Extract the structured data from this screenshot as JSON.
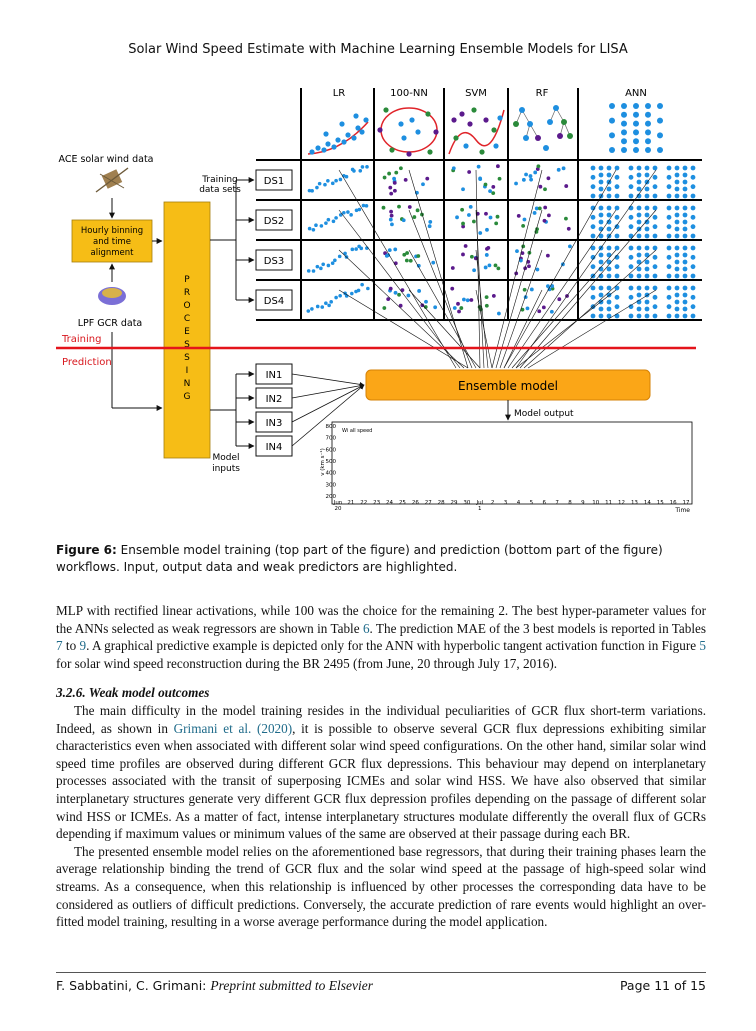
{
  "header": {
    "running_title": "Solar Wind Speed Estimate with Machine Learning Ensemble Models for LISA"
  },
  "figure": {
    "model_columns": [
      "LR",
      "100-NN",
      "SVM",
      "RF",
      "ANN"
    ],
    "inputs": {
      "ace": "ACE solar wind data",
      "lpf": "LPF GCR data"
    },
    "hourly_box": [
      "Hourly binning",
      "and time",
      "alignment"
    ],
    "processing_letters": [
      "P",
      "R",
      "O",
      "C",
      "E",
      "S",
      "S",
      "I",
      "N",
      "G"
    ],
    "training_label": "Training",
    "prediction_label": "Prediction",
    "training_sets_label": [
      "Training",
      "data sets"
    ],
    "datasets": [
      "DS1",
      "DS2",
      "DS3",
      "DS4"
    ],
    "model_inputs": [
      "IN1",
      "IN2",
      "IN3",
      "IN4"
    ],
    "model_inputs_label": [
      "Model",
      "inputs"
    ],
    "ensemble_label": "Ensemble model",
    "model_output_label": "Model output",
    "colors": {
      "processing": "#f6bd16",
      "ensemble": "#fba617",
      "training_line": "#e4141b",
      "pred_text": "#d8181e",
      "blue_dot": "#1e8fe0",
      "purple_dot": "#5b1a8c",
      "green_dot": "#2a8a3a"
    },
    "inset_chart": {
      "legend": "Wi all speed",
      "y_ticks": [
        "800",
        "700",
        "600",
        "500",
        "400",
        "300",
        "200"
      ],
      "x_ticks": [
        "Jun\n20",
        "21",
        "22",
        "23",
        "24",
        "25",
        "26",
        "27",
        "28",
        "29",
        "30",
        "Jul\n1",
        "2",
        "3",
        "4",
        "5",
        "6",
        "7",
        "8",
        "9",
        "10",
        "11",
        "12",
        "13",
        "14",
        "15",
        "16",
        "17"
      ],
      "x_label": "Time",
      "y_label": "v (km s⁻¹)"
    }
  },
  "caption": {
    "label": "Figure 6:",
    "text": " Ensemble model training (top part of the figure) and prediction (bottom part of the figure) workflows. Input, output data and weak predictors are highlighted."
  },
  "body": {
    "para1_a": "MLP with rectified linear activations, while 100 was the choice for the remaining 2. The best hyper-parameter values for the ANNs selected as weak regressors are shown in Table ",
    "para1_ref1": "6",
    "para1_b": ". The prediction MAE of the 3 best models is reported in Tables ",
    "para1_ref2": "7",
    "para1_c": " to ",
    "para1_ref3": "9",
    "para1_d": ". A graphical predictive example is depicted only for the ANN with hyperbolic tangent activation function in Figure ",
    "para1_ref4": "5",
    "para1_e": " for solar wind speed reconstruction during the BR 2495 (from June, 20 through July 17, 2016).",
    "section_title": "3.2.6. Weak model outcomes",
    "para2_a": "The main difficulty in the model training resides in the individual peculiarities of GCR flux short-term variations. Indeed, as shown in ",
    "para2_cite": "Grimani et al. (2020)",
    "para2_b": ", it is possible to observe several GCR flux depressions exhibiting similar characteristics even when associated with different solar wind speed configurations. On the other hand, similar solar wind speed time profiles are observed during different GCR flux depressions. This behaviour may depend on interplanetary processes associated with the transit of superposing ICMEs and solar wind HSS. We have also observed that similar interplanetary structures generate very different GCR flux depression profiles depending on the passage of different solar wind HSS or ICMEs. As a matter of fact, intense interplanetary structures modulate differently the overall flux of GCRs depending if maximum values or minimum values of the same are observed at their passage during each BR.",
    "para3": "The presented ensemble model relies on the aforementioned base regressors, that during their training phases learn the average relationship binding the trend of GCR flux and the solar wind speed at the passage of high-speed solar wind streams. As a consequence, when this relationship is influenced by other processes the corresponding data have to be considered as outliers of difficult predictions. Conversely, the accurate prediction of rare events would highlight an over-fitted model training, resulting in a worse average performance during the model application."
  },
  "footer": {
    "authors": "F. Sabbatini, C. Grimani: ",
    "venue": "Preprint submitted to Elsevier",
    "page": "Page 11 of 15"
  }
}
